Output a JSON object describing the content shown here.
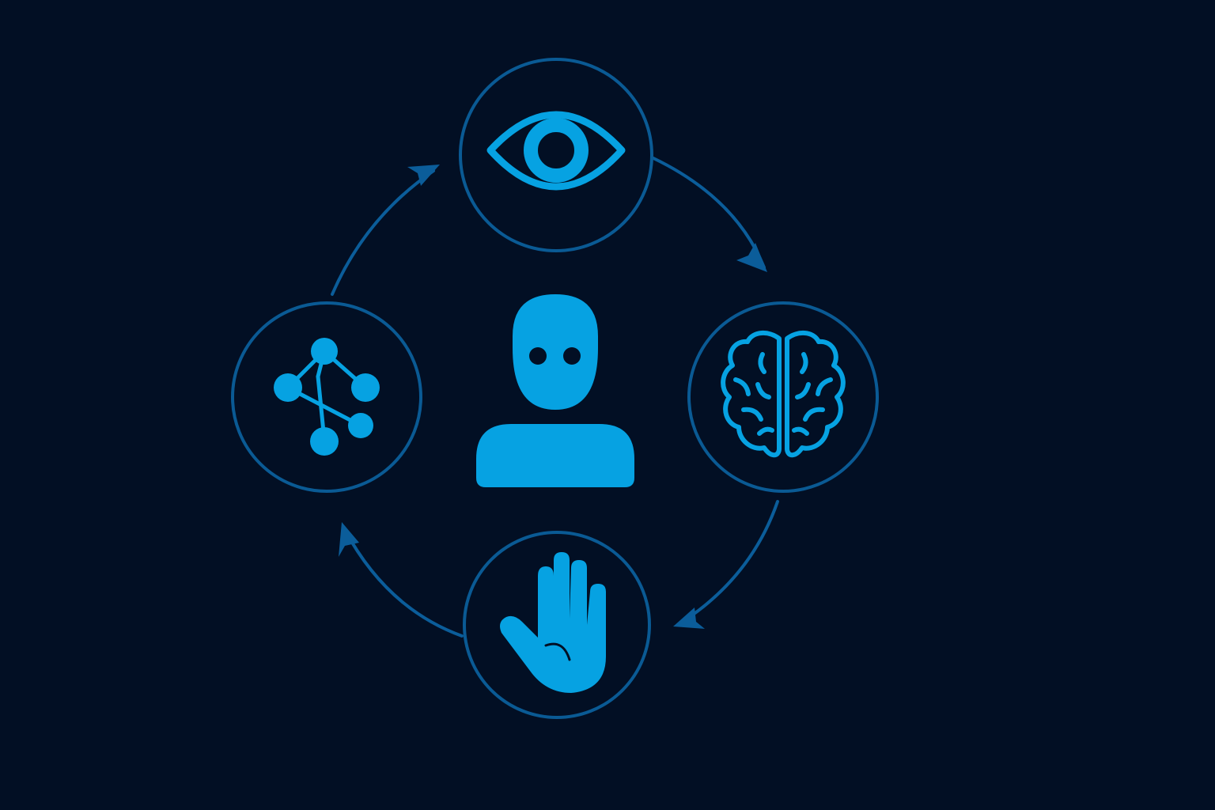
{
  "palette": {
    "background": "#020f24",
    "ring": "#0a5a94",
    "arrow": "#0b5d9a",
    "icon": "#06a2e2"
  },
  "diagram": {
    "type": "cycle",
    "direction": "clockwise",
    "center": {
      "icon": "person-icon"
    },
    "nodes": [
      {
        "id": "perceive",
        "icon": "eye-icon"
      },
      {
        "id": "think",
        "icon": "brain-icon"
      },
      {
        "id": "act",
        "icon": "hand-icon"
      },
      {
        "id": "connect",
        "icon": "network-icon"
      }
    ],
    "edges": [
      {
        "from": "perceive",
        "to": "think"
      },
      {
        "from": "think",
        "to": "act"
      },
      {
        "from": "act",
        "to": "connect"
      },
      {
        "from": "connect",
        "to": "perceive"
      }
    ]
  }
}
